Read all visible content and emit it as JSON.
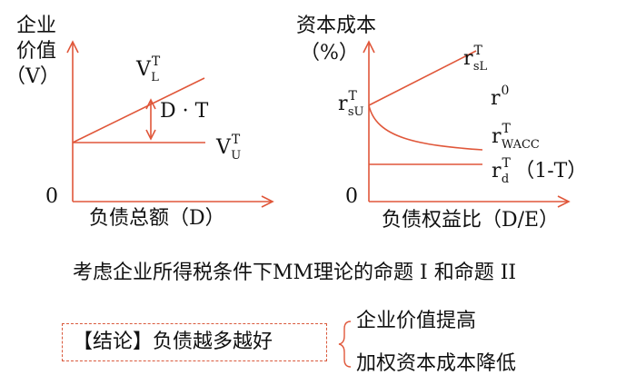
{
  "left_chart": {
    "y_label_line1": "企业",
    "y_label_line2": "价值",
    "y_label_line3": "（V）",
    "origin": "0",
    "x_label": "负债总额（D）",
    "line_levered": {
      "base": "V",
      "sub": "L",
      "sup": "T"
    },
    "line_unlevered": {
      "base": "V",
      "sub": "U",
      "sup": "T"
    },
    "gap_label": "D · T"
  },
  "right_chart": {
    "y_label_line1": "资本成本",
    "y_label_line2": "（%）",
    "origin": "0",
    "x_label": "负债权益比（D/E）",
    "r_sL": {
      "base": "r",
      "sub": "sL",
      "sup": "T"
    },
    "r_sU": {
      "base": "r",
      "sub": "sU",
      "sup": "T"
    },
    "r0": {
      "base": "r",
      "sup": "0"
    },
    "r_wacc": {
      "base": "r",
      "sub": "WACC",
      "sup": "T"
    },
    "r_d": {
      "base": "r",
      "sub": "d",
      "sup": "T",
      "suffix": "（1-T）"
    }
  },
  "caption": "考虑企业所得税条件下MM理论的命题 I 和命题 II",
  "conclusion": {
    "label": "【结论】负债越多越好",
    "points": [
      "企业价值提高",
      "加权资本成本降低"
    ]
  },
  "colors": {
    "lines": "#e0573a",
    "text": "#111111"
  }
}
